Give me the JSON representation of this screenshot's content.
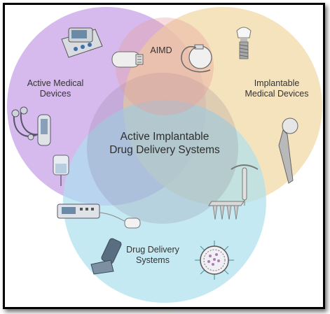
{
  "labels": {
    "active_medical": [
      "Active Medical",
      "Devices"
    ],
    "aimd": "AIMD",
    "implantable_medical": [
      "Implantable",
      "Medical Devices"
    ],
    "center": [
      "Active Implantable",
      "Drug Delivery Systems"
    ],
    "drug_delivery": [
      "Drug Delivery",
      "Systems"
    ]
  },
  "colors": {
    "active_medical": "#c9a8e8",
    "implantable_medical": "#f2d9a8",
    "aimd": "#e8a8a8",
    "drug_delivery": "#a8dcea",
    "center_overlap": "#9a8aa0"
  },
  "icons": [
    "electrotherapy-unit-icon",
    "pacemaker-pulse-generator-icon",
    "pacemaker-with-lead-icon",
    "dental-implant-icon",
    "stethoscope-icon",
    "hip-implant-icon",
    "iv-bag-icon",
    "iud-icon",
    "infusion-pump-icon",
    "patch-pump-icon",
    "microneedle-array-icon",
    "inhaler-icon",
    "nanoparticle-icon"
  ]
}
